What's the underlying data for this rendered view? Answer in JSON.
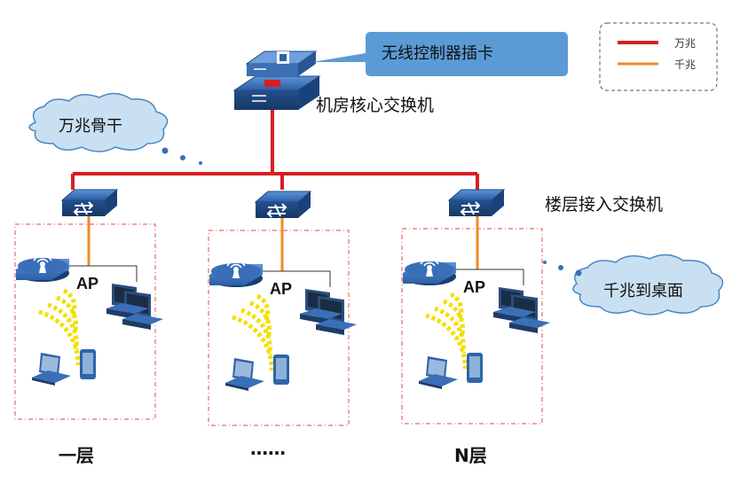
{
  "labels": {
    "wireless_controller_card": "无线控制器插卡",
    "core_switch": "机房核心交换机",
    "backbone_10g": "万兆骨干",
    "floor_access_switch": "楼层接入交换机",
    "gigabit_to_desktop": "千兆到桌面"
  },
  "legend": {
    "items": [
      {
        "label": "万兆",
        "color": "#d81e22"
      },
      {
        "label": "千兆",
        "color": "#f08a24"
      }
    ]
  },
  "floors": [
    {
      "ap_label": "AP",
      "floor_label": "一层"
    },
    {
      "ap_label": "AP",
      "floor_label": "……"
    },
    {
      "ap_label": "AP",
      "floor_label": "N层"
    }
  ],
  "colors": {
    "link_10g": "#d81e22",
    "link_1g": "#f08a24",
    "switch_blue": "#2e64a8",
    "cloud_fill": "#c9e0f2",
    "callout_fill": "#5b9bd5",
    "floor_border": "#e04a4a",
    "wifi_arc": "#f2e000"
  }
}
